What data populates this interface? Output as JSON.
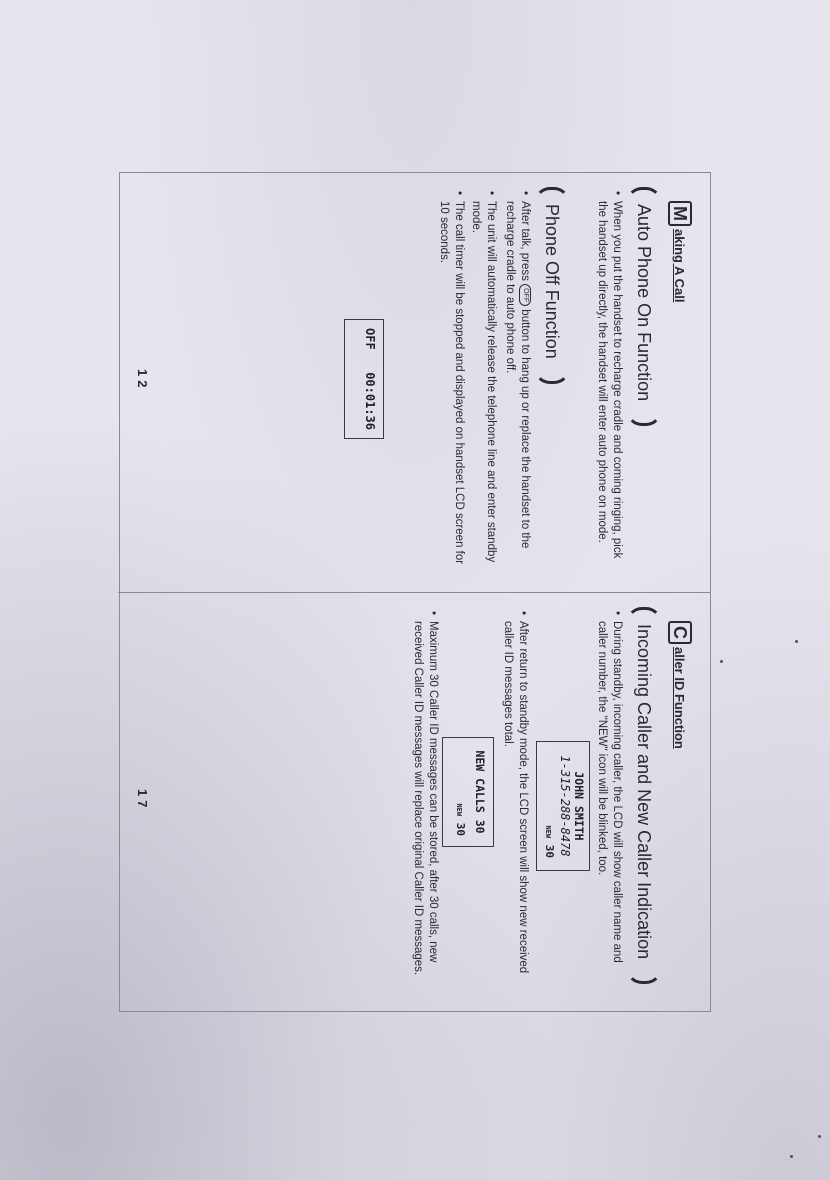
{
  "left_page": {
    "section_letter": "M",
    "section_rest": "aking  A Call",
    "auto_on": {
      "title": "Auto Phone On Function",
      "bullet": "When you put the handset to recharge cradle and coming ringing, pick the handset up directly, the handset will enter auto phone on mode."
    },
    "phone_off": {
      "title": "Phone Off Function",
      "bullet1_pre": "After talk, press",
      "off_button": "OFF",
      "bullet1_post": "button to hang up or replace the handset to the recharge cradle to auto phone off.",
      "bullet2": "The unit will automatically release the telephone line and enter standby mode.",
      "bullet3": "The call timer will be stopped and displayed on handset LCD screen for 10 seconds."
    },
    "lcd": {
      "left": "OFF",
      "right": "00:01:36"
    },
    "page_number": "12"
  },
  "right_page": {
    "section_letter": "C",
    "section_rest": "aller ID Function",
    "incoming": {
      "title": "Incoming Caller and New Caller Indication",
      "bullet1": "During standby, incoming caller, the LCD will show caller name and caller number, the \"NEW\" icon will be blinked, too.",
      "bullet2": "After return to standby mode, the LCD screen will show new received caller ID messages total.",
      "bullet3": "Maximum 30 Caller ID messages can be stored, after 30 calls, new received Caller ID messages will replace original Caller ID messages."
    },
    "lcd1": {
      "name": "JOHN SMITH",
      "number": "1-315-288-8478",
      "icon": "NEW",
      "count": "30"
    },
    "lcd2": {
      "text": "NEW CALLS 30",
      "icon": "NEW",
      "count": "30"
    },
    "page_number": "17"
  }
}
